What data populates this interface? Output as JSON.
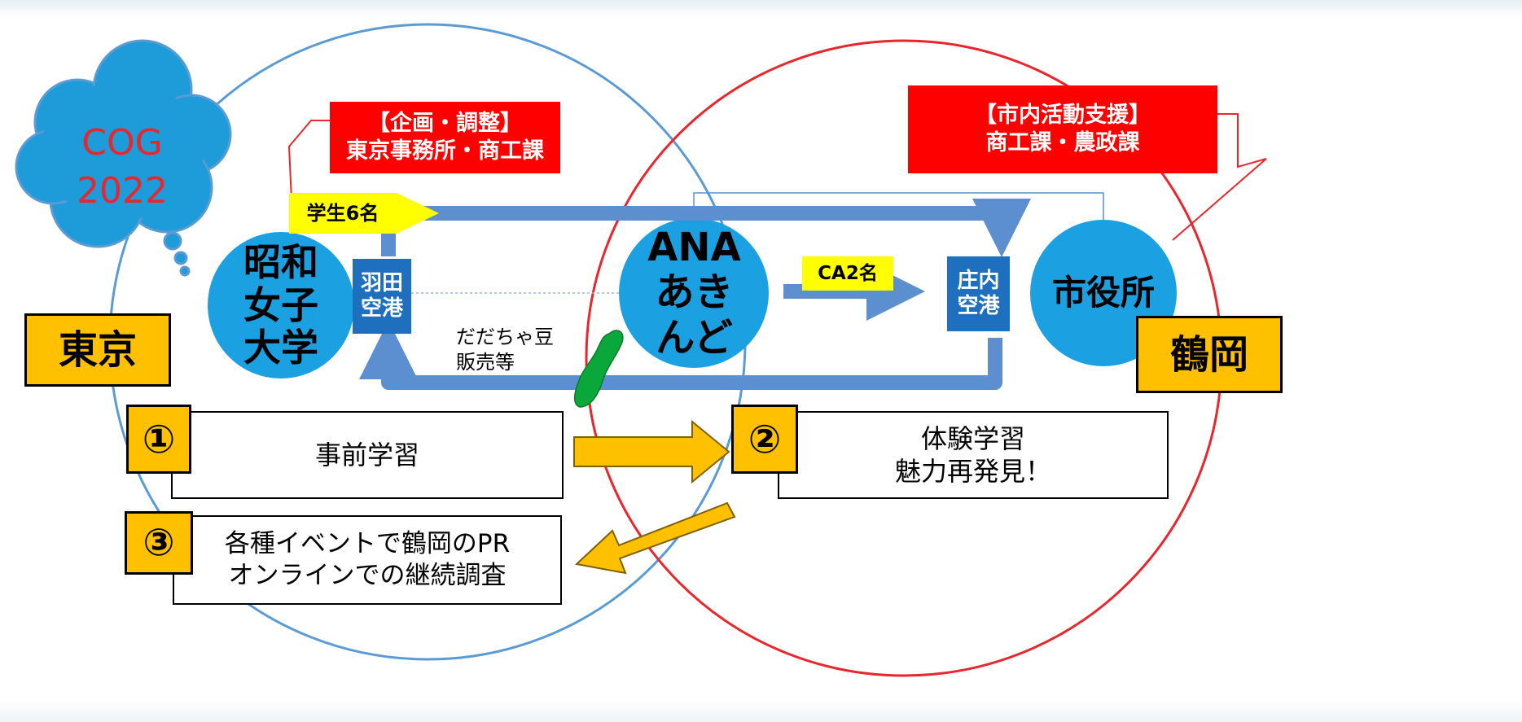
{
  "cloud": {
    "line1": "COG",
    "line2": "2022"
  },
  "planning_box": {
    "line1": "【企画・調整】",
    "line2": "東京事務所・商工課"
  },
  "support_box": {
    "line1": "【市内活動支援】",
    "line2": "商工課・農政課"
  },
  "students_tag": "学生6名",
  "ca_tag": "CA2名",
  "university": {
    "line1": "昭和",
    "line2": "女子",
    "line3": "大学"
  },
  "haneda": {
    "line1": "羽田",
    "line2": "空港"
  },
  "ana": {
    "line1": "ANA",
    "line2": "あき",
    "line3": "んど"
  },
  "shonai": {
    "line1": "庄内",
    "line2": "空港"
  },
  "city_hall": "市役所",
  "tokyo_label": "東京",
  "tsuruoka_label": "鶴岡",
  "dadacha": {
    "line1": "だだちゃ豆",
    "line2": "販売等"
  },
  "steps": [
    {
      "num": "①",
      "line1": "事前学習"
    },
    {
      "num": "②",
      "line1": "体験学習",
      "line2": "魅力再発見！"
    },
    {
      "num": "③",
      "line1": "各種イベントで鶴岡のPR",
      "line2": "オンラインでの継続調査"
    }
  ],
  "colors": {
    "left_circle": "#5b9bd5",
    "right_circle": "#e8262c",
    "node_circle": "#1ba1e2",
    "flow_arrow": "#5b8fd0",
    "highlight_arrow": "#ffc000",
    "red_box": "#ff0000",
    "yellow_tag": "#ffff00",
    "airport_box": "#1f6fbf",
    "map_green": "#0aa83a"
  }
}
